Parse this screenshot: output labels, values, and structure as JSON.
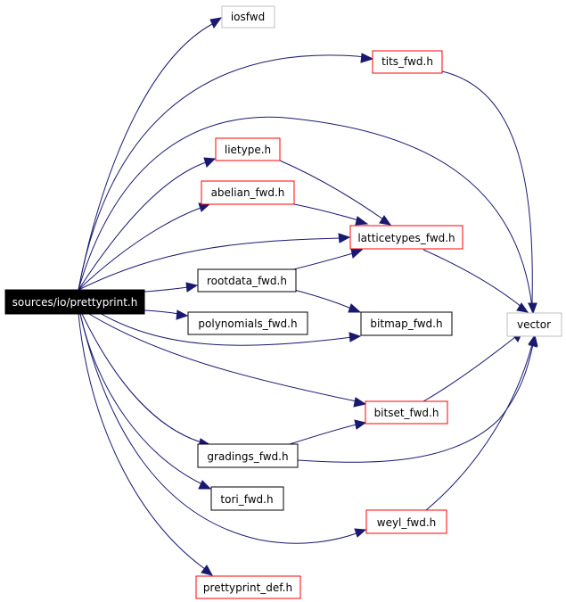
{
  "colors": {
    "edge": "#191970",
    "root_fill": "#000000",
    "root_text": "#ffffff",
    "red_border": "#ff0000",
    "black_border": "#000000",
    "gray_border": "#bfbfbf",
    "text": "#000000"
  },
  "nodes": {
    "prettyprint": "sources/io/prettyprint.h",
    "iosfwd": "iosfwd",
    "tits_fwd": "tits_fwd.h",
    "lietype": "lietype.h",
    "abelian_fwd": "abelian_fwd.h",
    "latticetypes_fwd": "latticetypes_fwd.h",
    "rootdata_fwd": "rootdata_fwd.h",
    "polynomials_fwd": "polynomials_fwd.h",
    "bitmap_fwd": "bitmap_fwd.h",
    "vector": "vector",
    "bitset_fwd": "bitset_fwd.h",
    "gradings_fwd": "gradings_fwd.h",
    "tori_fwd": "tori_fwd.h",
    "weyl_fwd": "weyl_fwd.h",
    "prettyprint_def": "prettyprint_def.h"
  },
  "node_styles": {
    "prettyprint": "root",
    "iosfwd": "gray",
    "tits_fwd": "red",
    "lietype": "red",
    "abelian_fwd": "red",
    "latticetypes_fwd": "red",
    "rootdata_fwd": "black",
    "polynomials_fwd": "black",
    "bitmap_fwd": "black",
    "vector": "gray",
    "bitset_fwd": "red",
    "gradings_fwd": "black",
    "tori_fwd": "black",
    "weyl_fwd": "red",
    "prettyprint_def": "red"
  },
  "edges": [
    [
      "prettyprint",
      "iosfwd"
    ],
    [
      "prettyprint",
      "tits_fwd"
    ],
    [
      "prettyprint",
      "vector"
    ],
    [
      "prettyprint",
      "lietype"
    ],
    [
      "prettyprint",
      "abelian_fwd"
    ],
    [
      "prettyprint",
      "latticetypes_fwd"
    ],
    [
      "prettyprint",
      "rootdata_fwd"
    ],
    [
      "prettyprint",
      "polynomials_fwd"
    ],
    [
      "prettyprint",
      "bitmap_fwd"
    ],
    [
      "prettyprint",
      "bitset_fwd"
    ],
    [
      "prettyprint",
      "gradings_fwd"
    ],
    [
      "prettyprint",
      "tori_fwd"
    ],
    [
      "prettyprint",
      "weyl_fwd"
    ],
    [
      "prettyprint",
      "prettyprint_def"
    ],
    [
      "tits_fwd",
      "vector"
    ],
    [
      "lietype",
      "latticetypes_fwd"
    ],
    [
      "abelian_fwd",
      "latticetypes_fwd"
    ],
    [
      "latticetypes_fwd",
      "vector"
    ],
    [
      "rootdata_fwd",
      "latticetypes_fwd"
    ],
    [
      "rootdata_fwd",
      "bitmap_fwd"
    ],
    [
      "bitset_fwd",
      "vector"
    ],
    [
      "gradings_fwd",
      "bitset_fwd"
    ],
    [
      "gradings_fwd",
      "vector"
    ],
    [
      "weyl_fwd",
      "vector"
    ]
  ]
}
